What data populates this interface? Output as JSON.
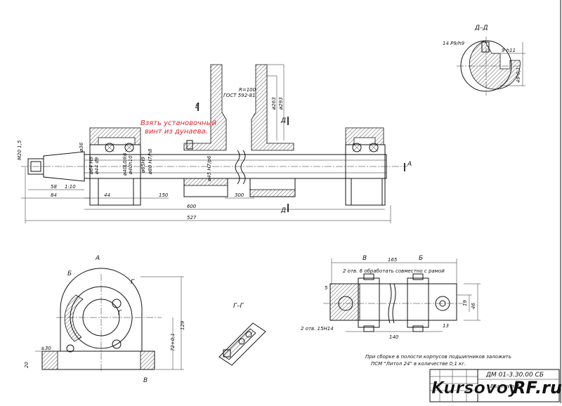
{
  "dims": {
    "m20": "M20 1,5",
    "d36": "ø36",
    "d64": "ø64 H9",
    "d44": "ø44 d9",
    "d40": "ø40L0/k6",
    "d40b": "ø40h10",
    "d65": "ø65H9",
    "d80": "ø80 H7/h8",
    "d45": "ø45 H7/p6",
    "d263": "ø263",
    "d293": "ø293",
    "l58": "58",
    "l110": "1:10",
    "l84": "84",
    "l44": "44",
    "l150": "150",
    "l600": "600",
    "l300": "300",
    "l527": "527",
    "gost": "ГОСТ 592-81",
    "r100": "R=100",
    "dd_key": "14 P9/h9",
    "dd_9": "9 h11",
    "dd_49": "49-0,1",
    "b_165": "165",
    "b_140": "140",
    "b_5": "5",
    "b_19": "19",
    "b_46": "46",
    "b_13": "13",
    "b_holes1": "2 отв. 6 обработать совместно с рамой",
    "b_holes2": "2 отв. 15H14",
    "a_30": "±30",
    "a_129": "129",
    "a_72": "72+0,1",
    "a_20": "20"
  },
  "section_labels": {
    "dd_title": "Д–Д",
    "gg_title": "Г–Г",
    "view_a": "А",
    "view_b_left": "Б",
    "view_b_right": "Б",
    "view_v_left": "В",
    "view_v_right": "В",
    "cut_a": "А",
    "cut_e": "Е",
    "cut_d_top": "Д",
    "cut_d_bottom": "Д",
    "cut_g1": "Г",
    "cut_g2": "Г"
  },
  "red_note": {
    "line1": "Взять установочный",
    "line2": "винт из дунаева."
  },
  "notes": {
    "line1": "При сборке в полости корпусов подшипников заложить",
    "line2": "ПСМ \"Литол 24\" в количестве 0,1 кг."
  },
  "title_block": {
    "code": "ДМ 01-3.30.00 СБ",
    "sub": "Вал прив"
  },
  "watermark": {
    "text_a": "Kursovoy",
    "text_b": "RF",
    "text_c": ".ru",
    "color_a": "#1a1a1a",
    "color_b": "#e8202a"
  }
}
